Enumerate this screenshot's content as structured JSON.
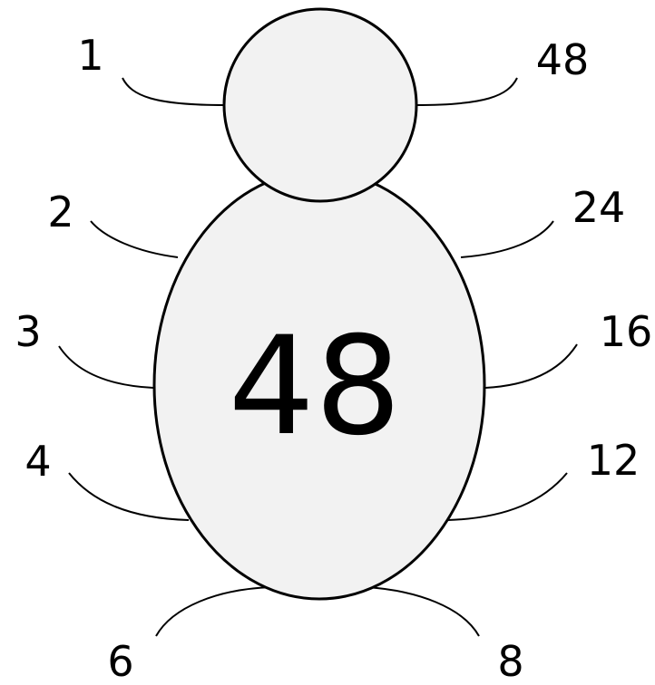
{
  "center_number": "48",
  "factor_pairs": [
    {
      "left": "1",
      "right": "48"
    },
    {
      "left": "2",
      "right": "24"
    },
    {
      "left": "3",
      "right": "16"
    },
    {
      "left": "4",
      "right": "12"
    },
    {
      "left": "6",
      "right": "8"
    }
  ]
}
